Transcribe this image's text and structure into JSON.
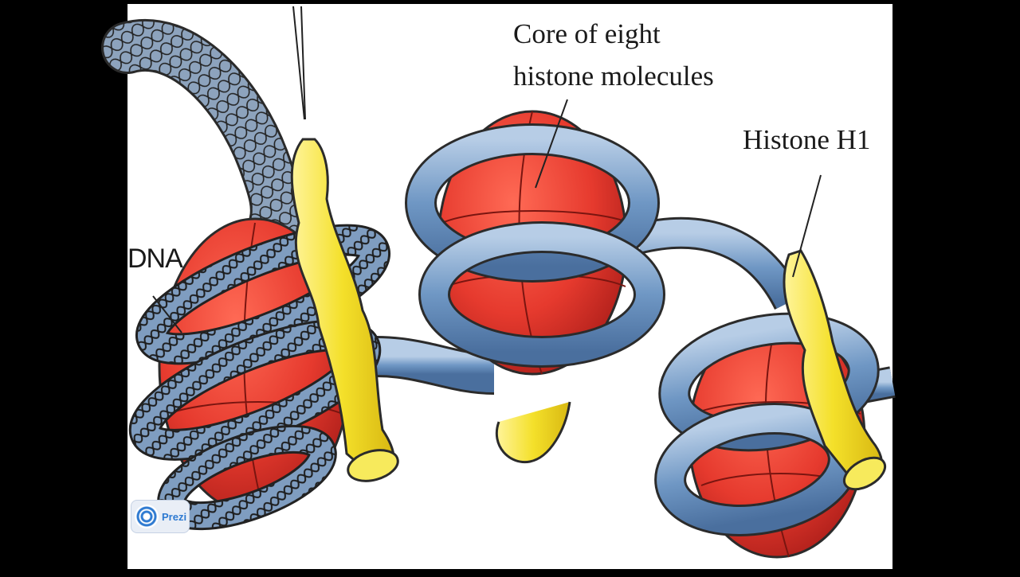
{
  "labels": {
    "core_line1": "Core of eight",
    "core_line2": "histone molecules",
    "histone_h1": "Histone H1",
    "dna": "DNA"
  },
  "watermark": {
    "text": "Prezi",
    "icon": "prezi-logo-icon"
  },
  "colors": {
    "letterbox": "#000000",
    "background": "#ffffff",
    "histone_core": "#e63a2e",
    "dna_strand": "#6f97c4",
    "histone_h1": "#f4e02a",
    "outline": "#2b2b2b"
  }
}
